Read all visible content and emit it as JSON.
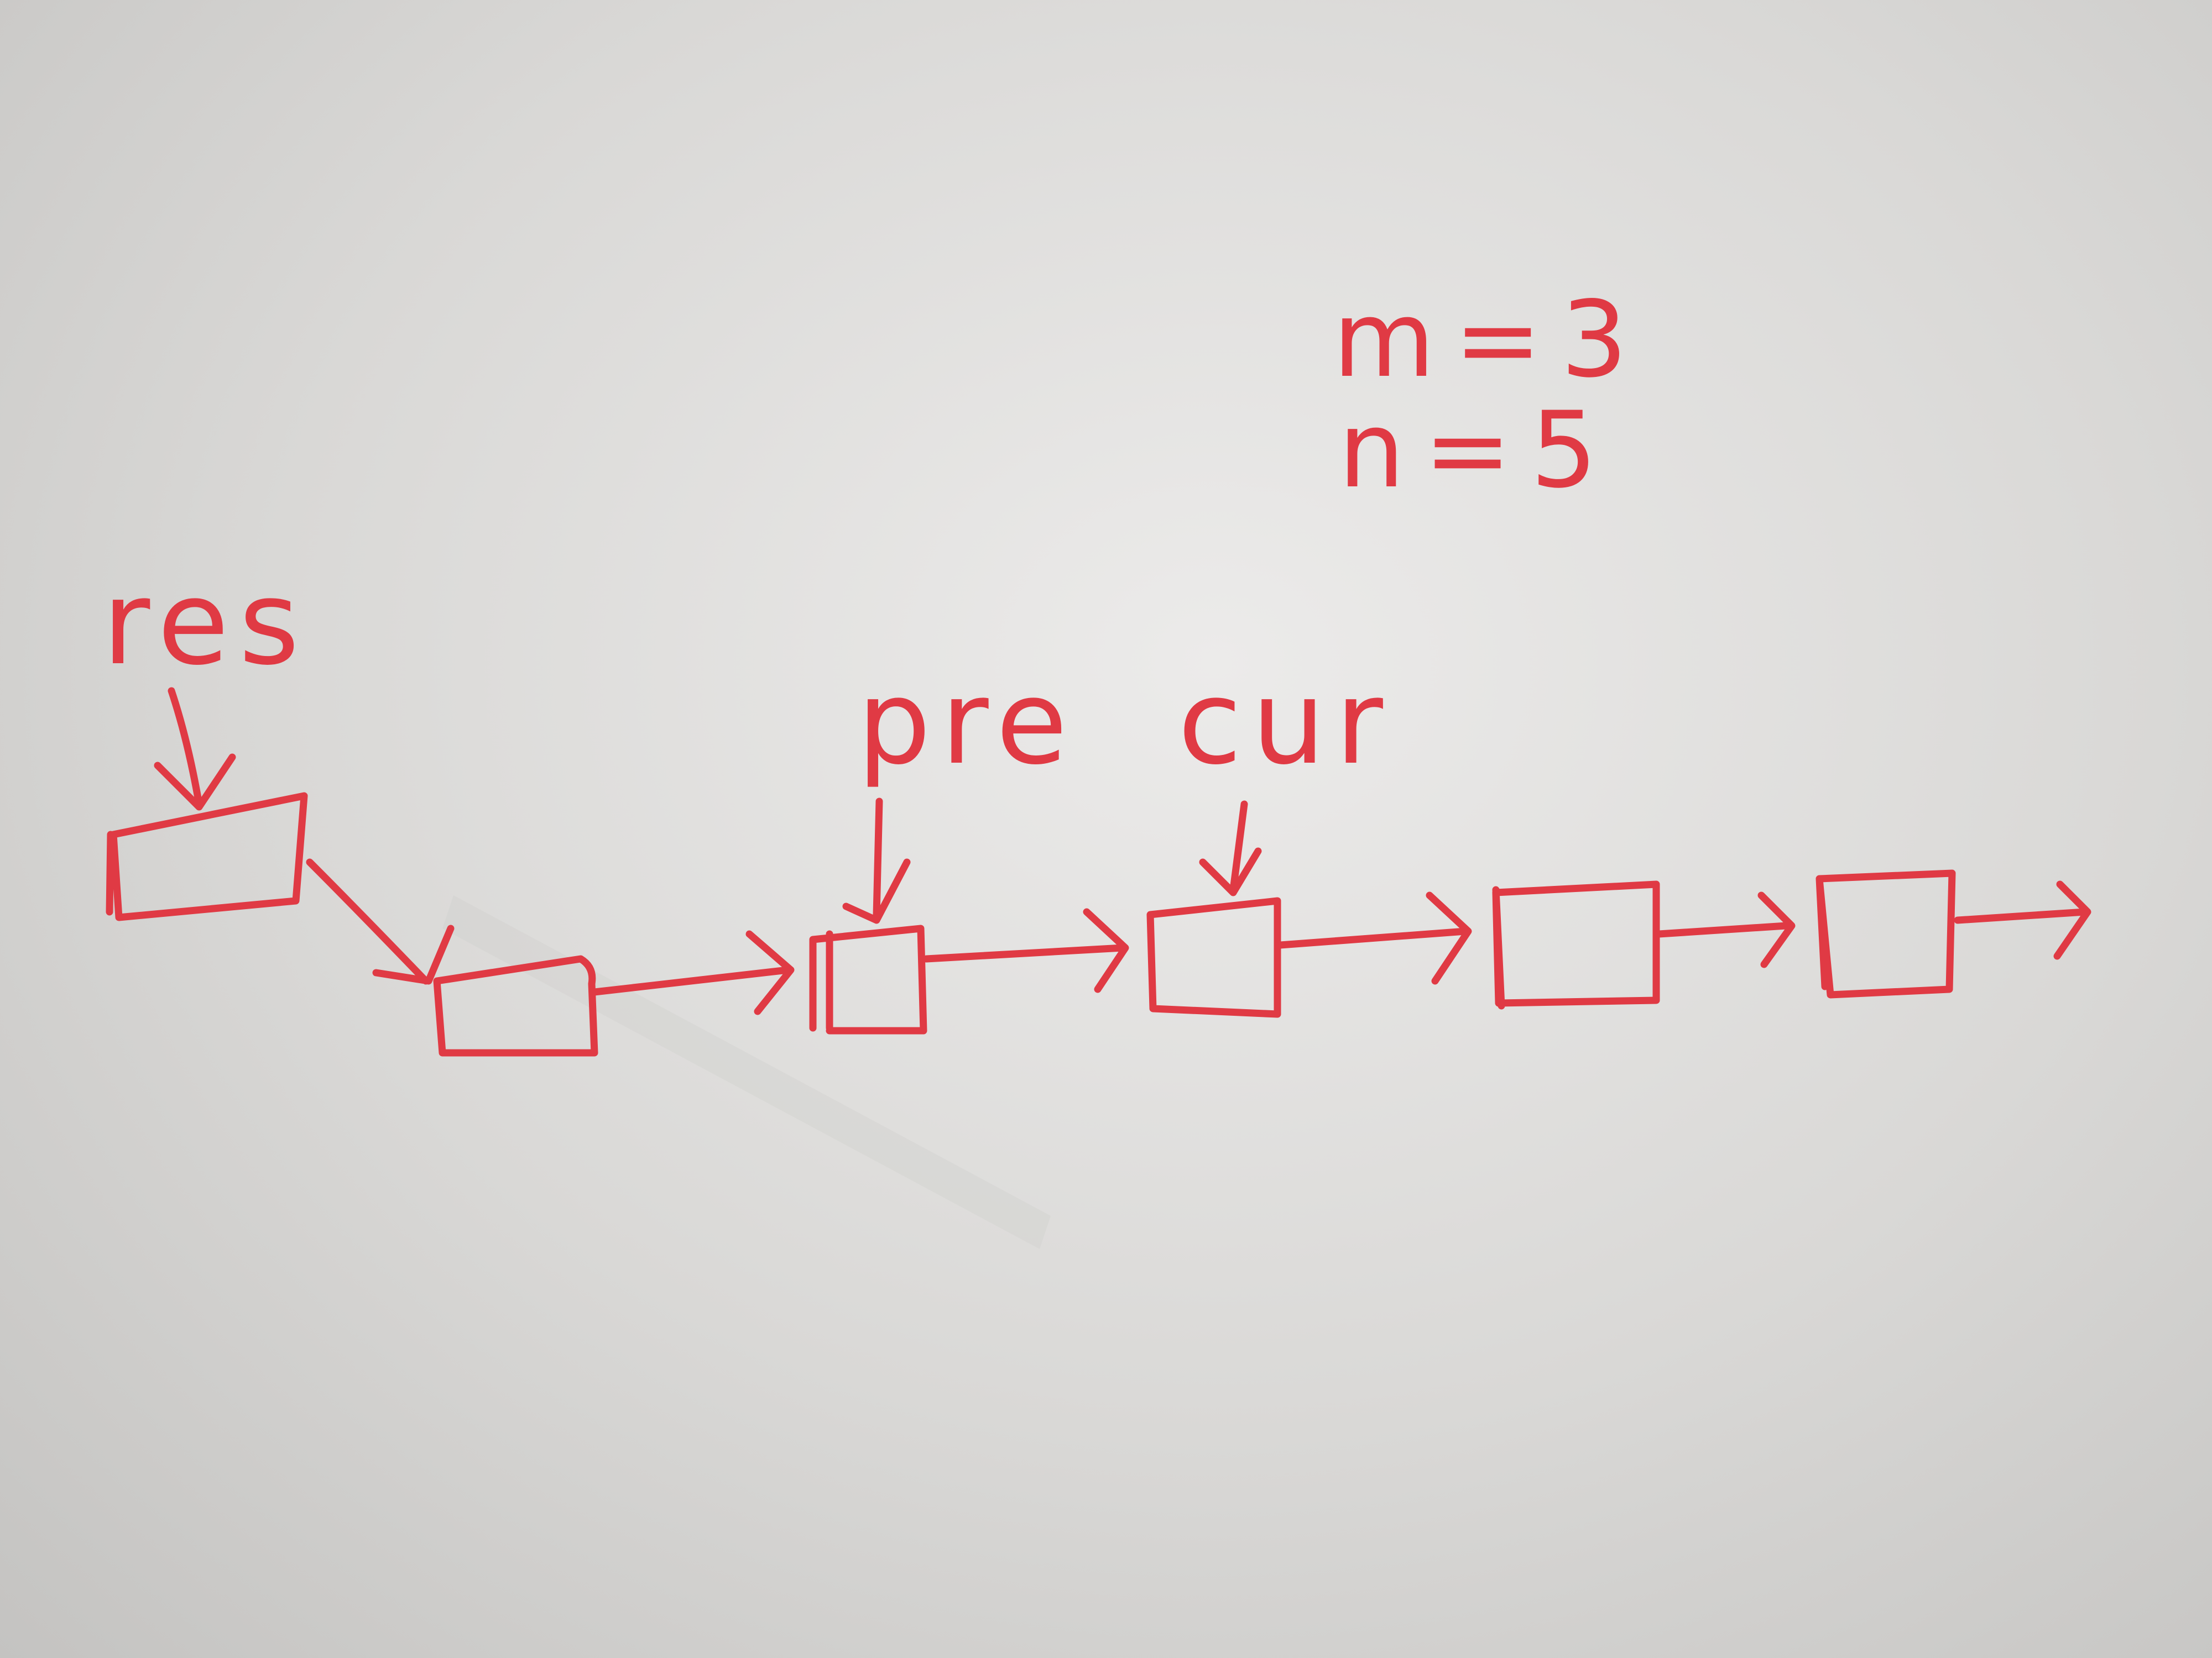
{
  "ink_color": "#e03a44",
  "paper_color": "#e2e1df",
  "params": [
    {
      "text": "m=3"
    },
    {
      "text": "n=5"
    }
  ],
  "pointers": [
    {
      "label": "res",
      "target_node": 0
    },
    {
      "label": "pre",
      "target_node": 2
    },
    {
      "label": "cur",
      "target_node": 3
    }
  ],
  "list": {
    "node_count": 6,
    "trailing_arrow": true
  }
}
